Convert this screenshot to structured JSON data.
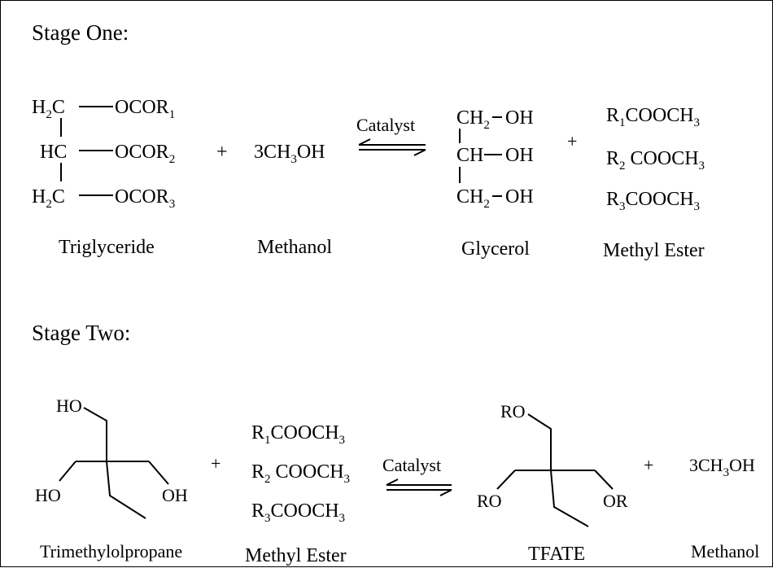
{
  "stage_one": {
    "heading": "Stage One:",
    "triglyceride": {
      "rows": [
        {
          "carbon": "H",
          "carbon_sub": "2",
          "carbon_tail": "C",
          "ester": "OCOR",
          "ester_sub": "1"
        },
        {
          "carbon": "HC",
          "carbon_sub": "",
          "carbon_tail": "",
          "ester": "OCOR",
          "ester_sub": "2"
        },
        {
          "carbon": "H",
          "carbon_sub": "2",
          "carbon_tail": "C",
          "ester": "OCOR",
          "ester_sub": "3"
        }
      ],
      "label": "Triglyceride"
    },
    "plus_1": "+",
    "methanol": {
      "prefix": "3CH",
      "sub": "3",
      "suffix": "OH",
      "label": "Methanol"
    },
    "catalyst": "Catalyst",
    "glycerol": {
      "rows": [
        {
          "carbon": "CH",
          "sub": "2",
          "group": "OH"
        },
        {
          "carbon": "CH",
          "sub": "",
          "group": "OH"
        },
        {
          "carbon": "CH",
          "sub": "2",
          "group": "OH"
        }
      ],
      "label": "Glycerol"
    },
    "plus_2": "+",
    "methyl_ester": {
      "rows": [
        {
          "r": "R",
          "r_sub": "1",
          "body": "COOCH",
          "body_sub": "3"
        },
        {
          "r": "R",
          "r_sub": "2",
          "body": " COOCH",
          "body_sub": "3"
        },
        {
          "r": "R",
          "r_sub": "3",
          "body": "COOCH",
          "body_sub": "3"
        }
      ],
      "label": "Methyl Ester"
    }
  },
  "stage_two": {
    "heading": "Stage Two:",
    "tmp": {
      "top_group": "HO",
      "left_group": "HO",
      "right_group": "OH",
      "label": "Trimethylolpropane"
    },
    "plus_1": "+",
    "methyl_ester": {
      "rows": [
        {
          "r": "R",
          "r_sub": "1",
          "body": "COOCH",
          "body_sub": "3"
        },
        {
          "r": "R",
          "r_sub": "2",
          "body": " COOCH",
          "body_sub": "3"
        },
        {
          "r": "R",
          "r_sub": "3",
          "body": "COOCH",
          "body_sub": "3"
        }
      ],
      "label": "Methyl Ester"
    },
    "catalyst": "Catalyst",
    "tfate": {
      "top_group": "RO",
      "left_group": "RO",
      "right_group": "OR",
      "label": "TFATE"
    },
    "plus_2": "+",
    "methanol": {
      "prefix": "3CH",
      "sub": "3",
      "suffix": "OH",
      "label": "Methanol"
    }
  }
}
